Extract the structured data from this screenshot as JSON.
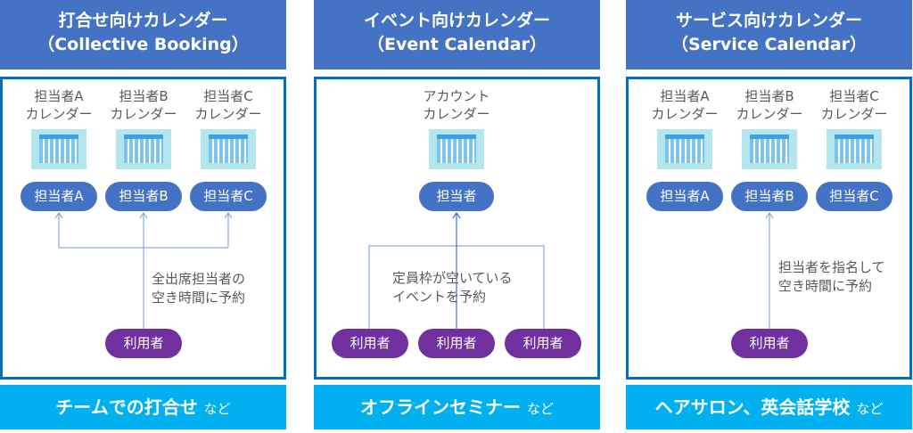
{
  "columns": [
    {
      "title": "打合せ向けカレンダー",
      "subtitle": "（Collective Booking）",
      "calendars": [
        "担当者A\nカレンダー",
        "担当者B\nカレンダー",
        "担当者C\nカレンダー"
      ],
      "staff": [
        "担当者A",
        "担当者B",
        "担当者C"
      ],
      "users": [
        "利用者"
      ],
      "note": "全出席担当者の\n空き時間に予約",
      "footer": "チームでの打合せ",
      "footer_suffix": "など"
    },
    {
      "title": "イベント向けカレンダー",
      "subtitle": "（Event Calendar）",
      "calendars": [
        "アカウント\nカレンダー"
      ],
      "staff": [
        "担当者"
      ],
      "users": [
        "利用者",
        "利用者",
        "利用者"
      ],
      "note": "定員枠が空いている\nイベントを予約",
      "footer": "オフラインセミナー",
      "footer_suffix": "など"
    },
    {
      "title": "サービス向けカレンダー",
      "subtitle": "（Service Calendar）",
      "calendars": [
        "担当者A\nカレンダー",
        "担当者B\nカレンダー",
        "担当者C\nカレンダー"
      ],
      "staff": [
        "担当者A",
        "担当者B",
        "担当者C"
      ],
      "users": [
        "利用者"
      ],
      "note": "担当者を指名して\n空き時間に予約",
      "footer": "ヘアサロン、英会話学校",
      "footer_suffix": "など"
    }
  ],
  "colors": {
    "header": "#4472C4",
    "border": "#0070C0",
    "footer": "#00B0F0",
    "staff": "#4472C4",
    "user": "#7030A0"
  }
}
